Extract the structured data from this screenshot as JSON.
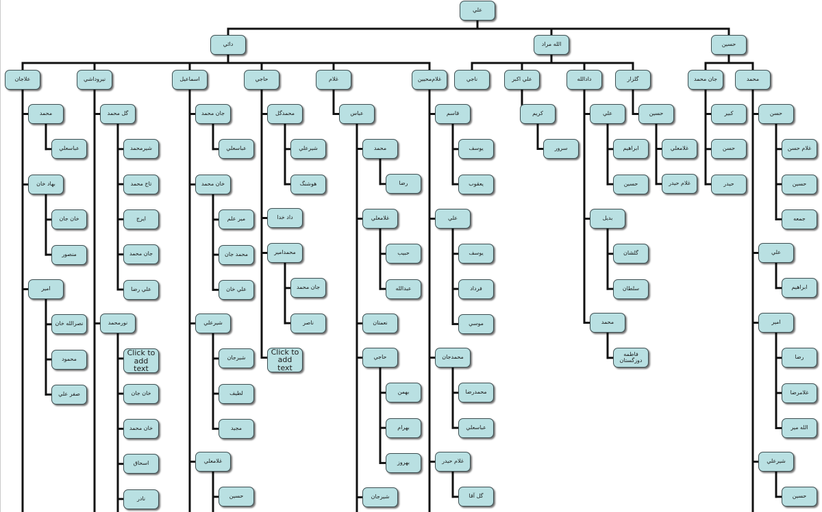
{
  "tree": {
    "text": "علي",
    "children": [
      {
        "text": "دائي",
        "children": [
          {
            "text": "علاجان",
            "children": [
              {
                "text": "محمد",
                "children": [
                  {
                    "text": "عباسعلي"
                  }
                ]
              },
              {
                "text": "بهاد خان",
                "children": [
                  {
                    "text": "خان جان"
                  },
                  {
                    "text": "منصور"
                  }
                ]
              },
              {
                "text": "امير",
                "children": [
                  {
                    "text": "نصرالله خان"
                  },
                  {
                    "text": "محمود"
                  },
                  {
                    "text": "صفر علي"
                  }
                ]
              }
            ]
          },
          {
            "text": "نيروداشي",
            "children": [
              {
                "text": "گل محمد",
                "children": [
                  {
                    "text": "شيرمحمد"
                  },
                  {
                    "text": "تاج محمد"
                  },
                  {
                    "text": "ايرج"
                  },
                  {
                    "text": "جان محمد"
                  },
                  {
                    "text": "علي رضا"
                  }
                ]
              },
              {
                "text": "نورمحمد",
                "children": [
                  {
                    "text": "Click to add text"
                  },
                  {
                    "text": "خان جان"
                  },
                  {
                    "text": "خان محمد"
                  },
                  {
                    "text": "اسحاق"
                  },
                  {
                    "text": "نادر"
                  }
                ]
              }
            ]
          },
          {
            "text": "اسماعيل",
            "children": [
              {
                "text": "جان محمد",
                "children": [
                  {
                    "text": "عباسعلي"
                  }
                ]
              },
              {
                "text": "خان محمد",
                "children": [
                  {
                    "text": "مير علم"
                  },
                  {
                    "text": "محمد جان"
                  },
                  {
                    "text": "علي خان"
                  }
                ]
              },
              {
                "text": "شيرعلي",
                "children": [
                  {
                    "text": "شيرجان"
                  },
                  {
                    "text": "لطيف"
                  },
                  {
                    "text": "مجيد"
                  }
                ]
              },
              {
                "text": "غلامعلي",
                "children": [
                  {
                    "text": "حسين"
                  }
                ]
              }
            ]
          },
          {
            "text": "حاجي",
            "children": [
              {
                "text": "محمدگل",
                "children": [
                  {
                    "text": "شيرعلي"
                  },
                  {
                    "text": "هوشنگ"
                  }
                ]
              },
              {
                "text": "داد خدا"
              },
              {
                "text": "محمدامير",
                "children": [
                  {
                    "text": "جان محمد"
                  },
                  {
                    "text": "ناصر"
                  }
                ]
              },
              {
                "text": "Click to add text"
              }
            ]
          },
          {
            "text": "غلام",
            "children": [
              {
                "text": "عباس",
                "children": [
                  {
                    "text": "محمد",
                    "children": [
                      {
                        "text": "رضا"
                      }
                    ]
                  },
                  {
                    "text": "غلامعلي",
                    "children": [
                      {
                        "text": "حبيب"
                      },
                      {
                        "text": "عبدالله"
                      }
                    ]
                  },
                  {
                    "text": "نعمتان"
                  },
                  {
                    "text": "حاجي",
                    "children": [
                      {
                        "text": "بهمن"
                      },
                      {
                        "text": "بهرام"
                      },
                      {
                        "text": "بهروز"
                      }
                    ]
                  },
                  {
                    "text": "شيرجان"
                  }
                ]
              }
            ]
          },
          {
            "text": "غلام‌محيين",
            "children": [
              {
                "text": "قاسم",
                "children": [
                  {
                    "text": "يوسف"
                  },
                  {
                    "text": "يعقوب"
                  }
                ]
              },
              {
                "text": "علي",
                "children": [
                  {
                    "text": "يوسف"
                  },
                  {
                    "text": "فرداد"
                  },
                  {
                    "text": "موسي"
                  }
                ]
              },
              {
                "text": "محمدجان",
                "children": [
                  {
                    "text": "محمدرضا"
                  },
                  {
                    "text": "عباسعلي"
                  }
                ]
              },
              {
                "text": "غلام حيدر",
                "children": [
                  {
                    "text": "گل آقا"
                  }
                ]
              }
            ]
          }
        ]
      },
      {
        "text": "الله مراد",
        "children": [
          {
            "text": "ناجي"
          },
          {
            "text": "علي اكبر",
            "children": [
              {
                "text": "كريم",
                "children": [
                  {
                    "text": "سرور"
                  }
                ]
              }
            ]
          },
          {
            "text": "دادالله",
            "children": [
              {
                "text": "علي",
                "children": [
                  {
                    "text": "ابراهيم"
                  },
                  {
                    "text": "حسين"
                  }
                ]
              },
              {
                "text": "بديل",
                "children": [
                  {
                    "text": "گلشان"
                  },
                  {
                    "text": "سلطان"
                  }
                ]
              },
              {
                "text": "محمد",
                "children": [
                  {
                    "text": "فاطمه دوزگستان"
                  }
                ]
              }
            ]
          },
          {
            "text": "گلزار",
            "children": [
              {
                "text": "حسين",
                "children": [
                  {
                    "text": "غلامعلي"
                  },
                  {
                    "text": "غلام حيدر"
                  }
                ]
              }
            ]
          }
        ]
      },
      {
        "text": "حسين",
        "children": [
          {
            "text": "جان محمد",
            "children": [
              {
                "text": "كبير"
              },
              {
                "text": "حسن"
              },
              {
                "text": "حيدر"
              }
            ]
          },
          {
            "text": "محمد",
            "children": [
              {
                "text": "حسن",
                "children": [
                  {
                    "text": "غلام حسن"
                  },
                  {
                    "text": "حسين"
                  },
                  {
                    "text": "جمعه"
                  }
                ]
              },
              {
                "text": "علي",
                "children": [
                  {
                    "text": "ابراهيم"
                  }
                ]
              },
              {
                "text": "امير",
                "children": [
                  {
                    "text": "رضا"
                  },
                  {
                    "text": "غلامرضا"
                  },
                  {
                    "text": "الله مير"
                  }
                ]
              },
              {
                "text": "شيرعلي",
                "children": [
                  {
                    "text": "حسين"
                  }
                ]
              }
            ]
          }
        ]
      }
    ]
  },
  "colors": {
    "node_fill": "#b9e0e2",
    "node_border": "#3c4d50",
    "connector": "#111111"
  }
}
